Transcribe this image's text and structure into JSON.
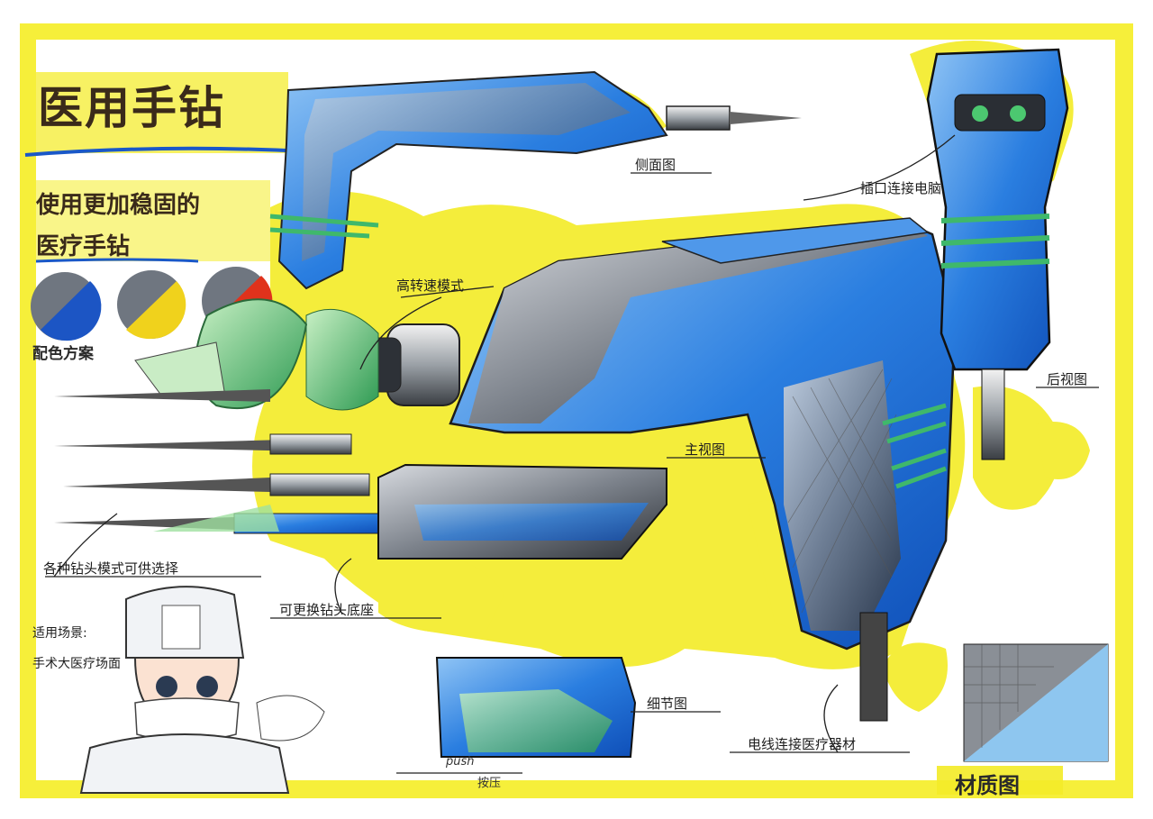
{
  "title": "医用手钻",
  "subtitle_line1": "使用更加稳固的",
  "subtitle_line2": "医疗手钻",
  "palette_label": "配色方案",
  "annotations": {
    "side_view": "侧面图",
    "plug_connection": "插口连接电脑",
    "high_drill_mode": "高转速模式",
    "main_view": "主视图",
    "rear_view": "后视图",
    "drill_bits": "各种钻头模式可供选择",
    "replaceable_base": "可更换钻头底座",
    "detail_view": "细节图",
    "cable": "电线连接医疗器材",
    "push": "push",
    "push_cn": "按压",
    "material": "材质图"
  },
  "scene": {
    "line1": "适用场景:",
    "line2": "手术大医疗场面"
  },
  "colors": {
    "frame_yellow": "#f2ea2a",
    "blue": "#1f6fd8",
    "dark_grey": "#3c4148",
    "green": "#4ab86a"
  }
}
